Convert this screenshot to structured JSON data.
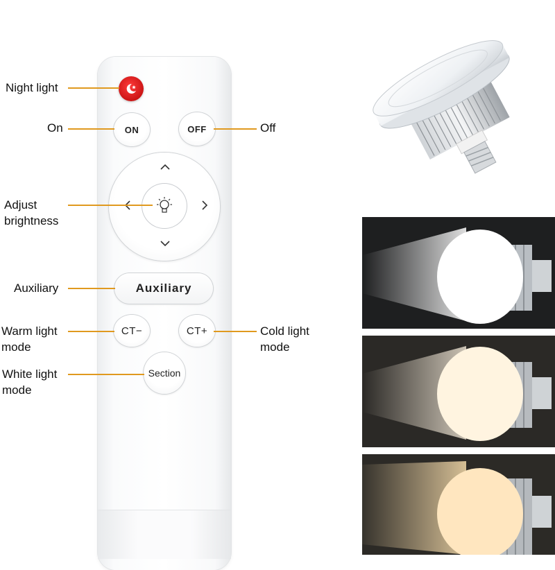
{
  "callouts": {
    "night_light": "Night light",
    "on": "On",
    "off": "Off",
    "adjust_line1": "Adjust",
    "adjust_line2": "brightness",
    "auxiliary": "Auxiliary",
    "warm_line1": "Warm light",
    "warm_line2": "mode",
    "cold_line1": "Cold light",
    "cold_line2": "mode",
    "white_line1": "White light",
    "white_line2": "mode"
  },
  "remote": {
    "on_label": "ON",
    "off_label": "OFF",
    "auxiliary_label": "Auxiliary",
    "ct_minus_label": "CT−",
    "ct_plus_label": "CT+",
    "section_label": "Section"
  },
  "colors": {
    "leader_line": "#e0991e",
    "night_button": "#d21414",
    "cold_panel_background": "#1e1f20",
    "white_panel_background": "#2b2926",
    "warm_panel_background": "#2c2a26"
  },
  "icons": {
    "night": "moon-star-icon",
    "brightness": "lightbulb-icon",
    "up": "chevron-up-icon",
    "down": "chevron-down-icon",
    "left": "chevron-left-icon",
    "right": "chevron-right-icon"
  }
}
